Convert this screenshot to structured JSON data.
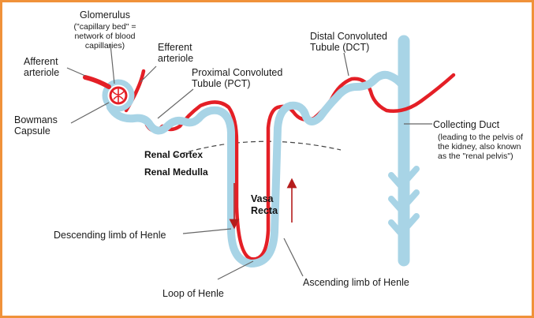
{
  "colors": {
    "frame": "#f0923a",
    "tubule": "#a8d4e6",
    "vessel": "#e41f26",
    "leader": "#666666",
    "flow_arrow": "#b51c1c"
  },
  "labels": {
    "glomerulus": {
      "title": "Glomerulus",
      "line1": "(\"capillary bed\" =",
      "line2": "network of blood",
      "line3": "capillaries)"
    },
    "efferent": {
      "line1": "Efferent",
      "line2": "arteriole"
    },
    "afferent": {
      "line1": "Afferent",
      "line2": "arteriole"
    },
    "pct": {
      "line1": "Proximal Convoluted",
      "line2": "Tubule (PCT)"
    },
    "bowmans": {
      "line1": "Bowmans",
      "line2": "Capsule"
    },
    "dct": {
      "line1": "Distal Convoluted",
      "line2": "Tubule (DCT)"
    },
    "collecting": {
      "title": "Collecting Duct",
      "line1": "(leading to the pelvis of",
      "line2": "the kidney, also known",
      "line3": "as the \"renal pelvis\")"
    },
    "cortex": "Renal Cortex",
    "medulla": "Renal Medulla",
    "vasa_recta": {
      "line1": "Vasa",
      "line2": "Recta"
    },
    "descending": "Descending limb of Henle",
    "ascending": "Ascending limb of Henle",
    "loop": "Loop of Henle"
  }
}
